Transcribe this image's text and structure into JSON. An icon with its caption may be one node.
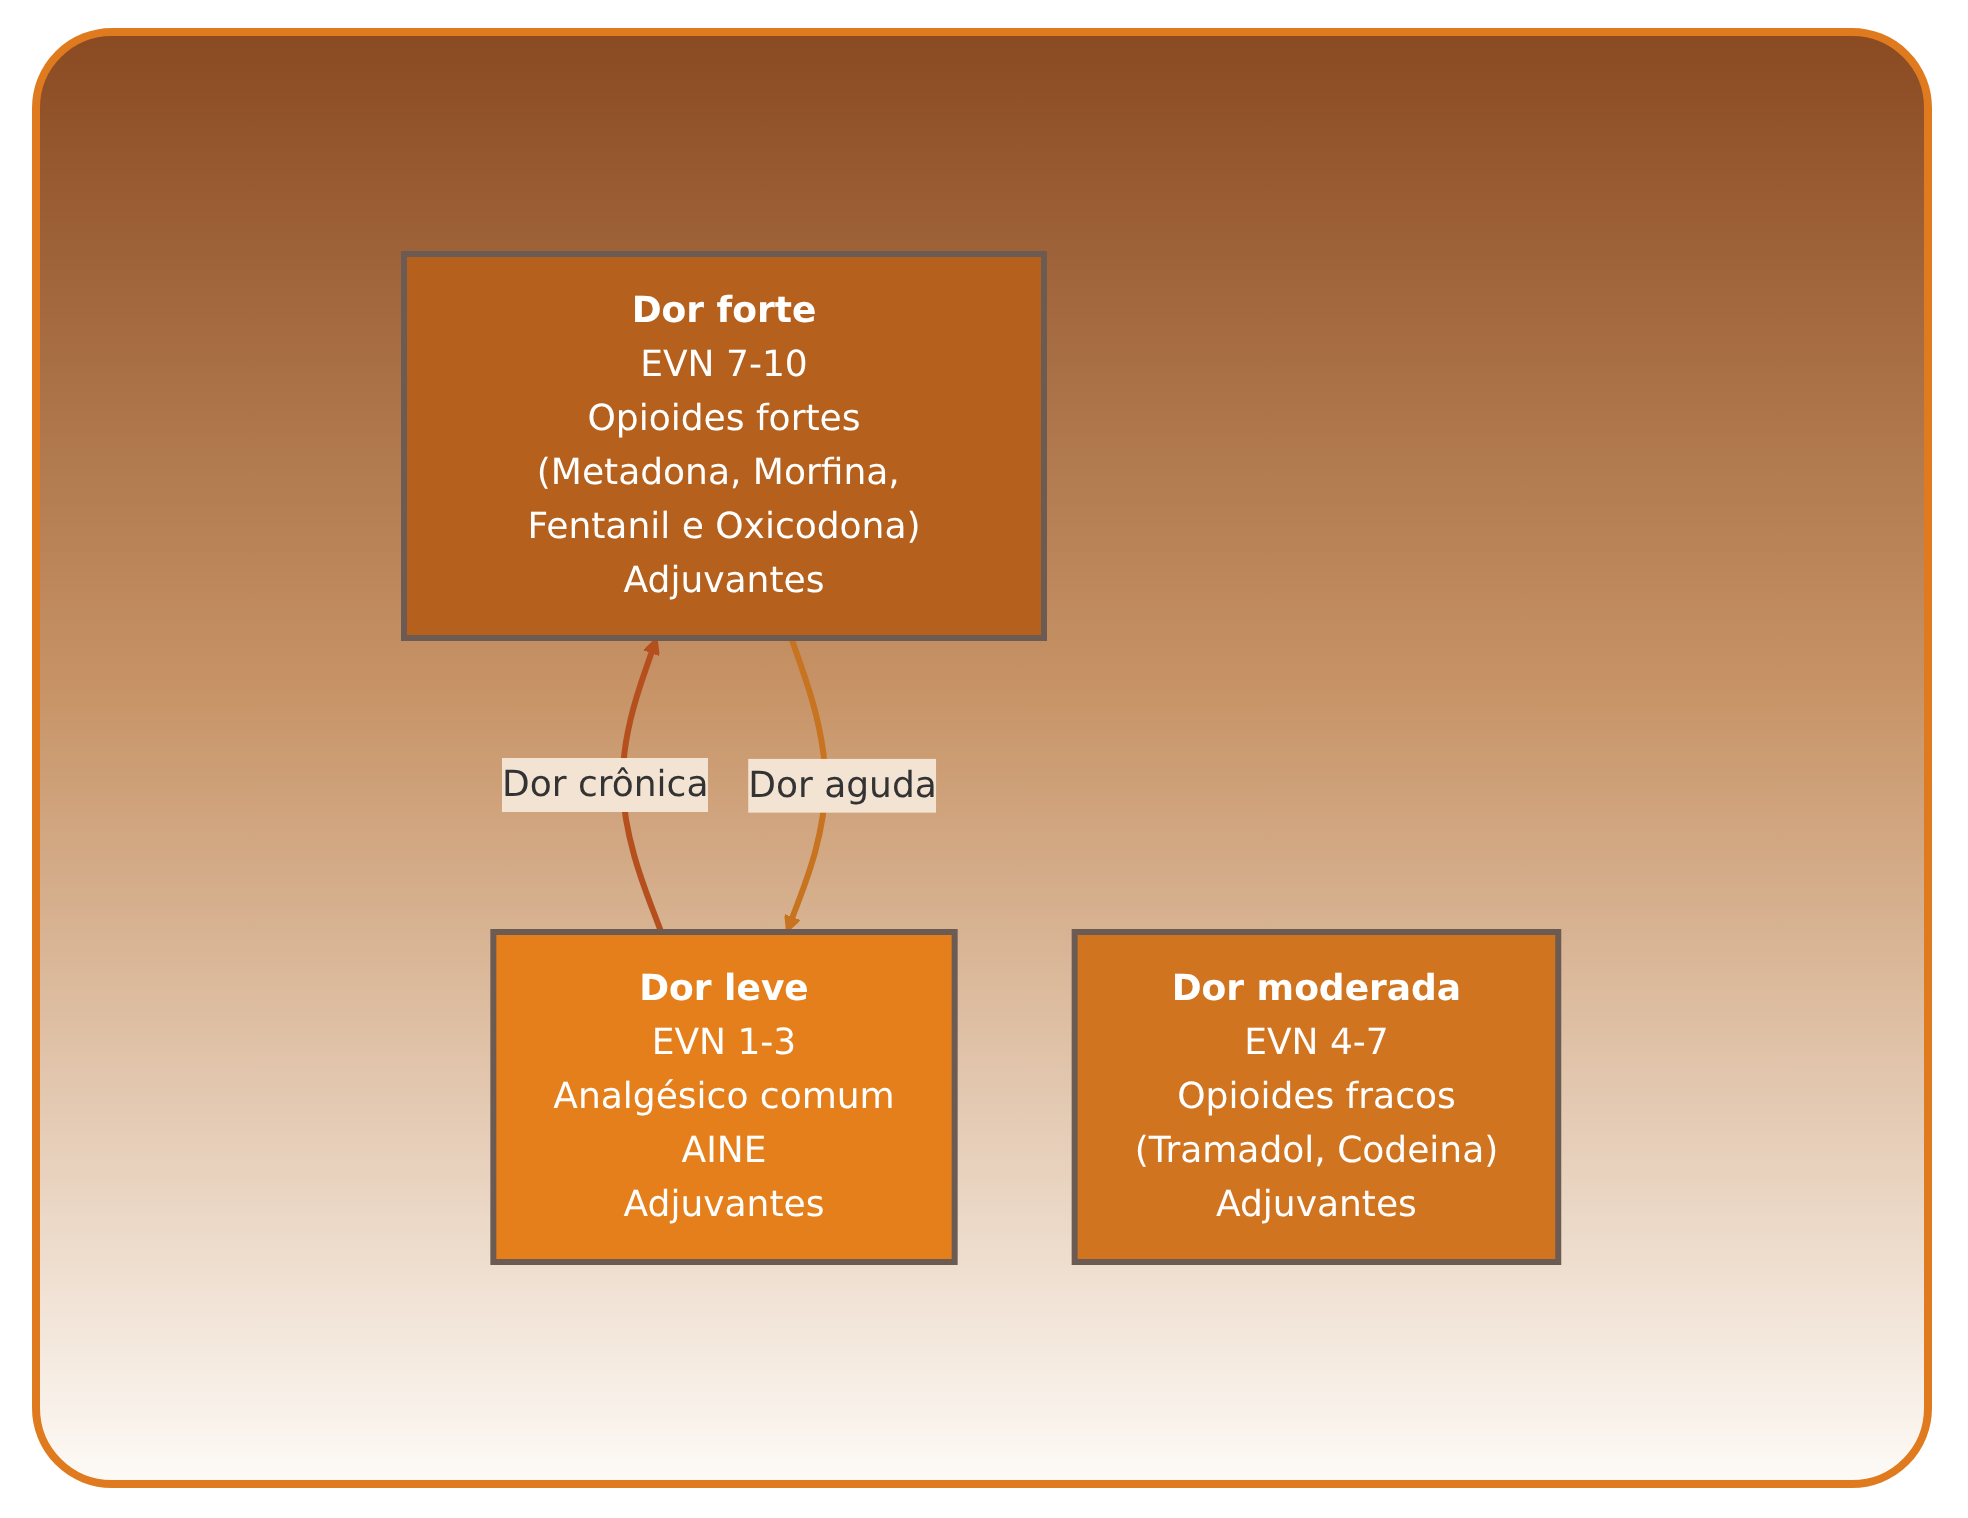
{
  "diagram": {
    "nodes": [
      {
        "text": [
          "Dor leve",
          "EVN 1-3",
          "Analgésico comum",
          "AINE",
          "Adjuvantes"
        ]
      },
      {
        "text": [
          "Dor moderada",
          "EVN 4-7",
          "Opioides fracos",
          "(Tramadol, Codeina)",
          "Adjuvantes"
        ]
      },
      {
        "text": [
          "Dor forte",
          "EVN 7-10",
          "Opioides fortes",
          "(Metadona, Morfina, Fentanil e Oxicodona)",
          "Adjuvantes"
        ]
      }
    ],
    "edges": [
      {
        "from": 0,
        "to": 2,
        "arrow": "to",
        "label": "Dor crônica",
        "color": "#b5501e"
      },
      {
        "from": 2,
        "to": 0,
        "arrow": "to",
        "label": "Dor aguda",
        "color": "#c8731f"
      }
    ]
  }
}
